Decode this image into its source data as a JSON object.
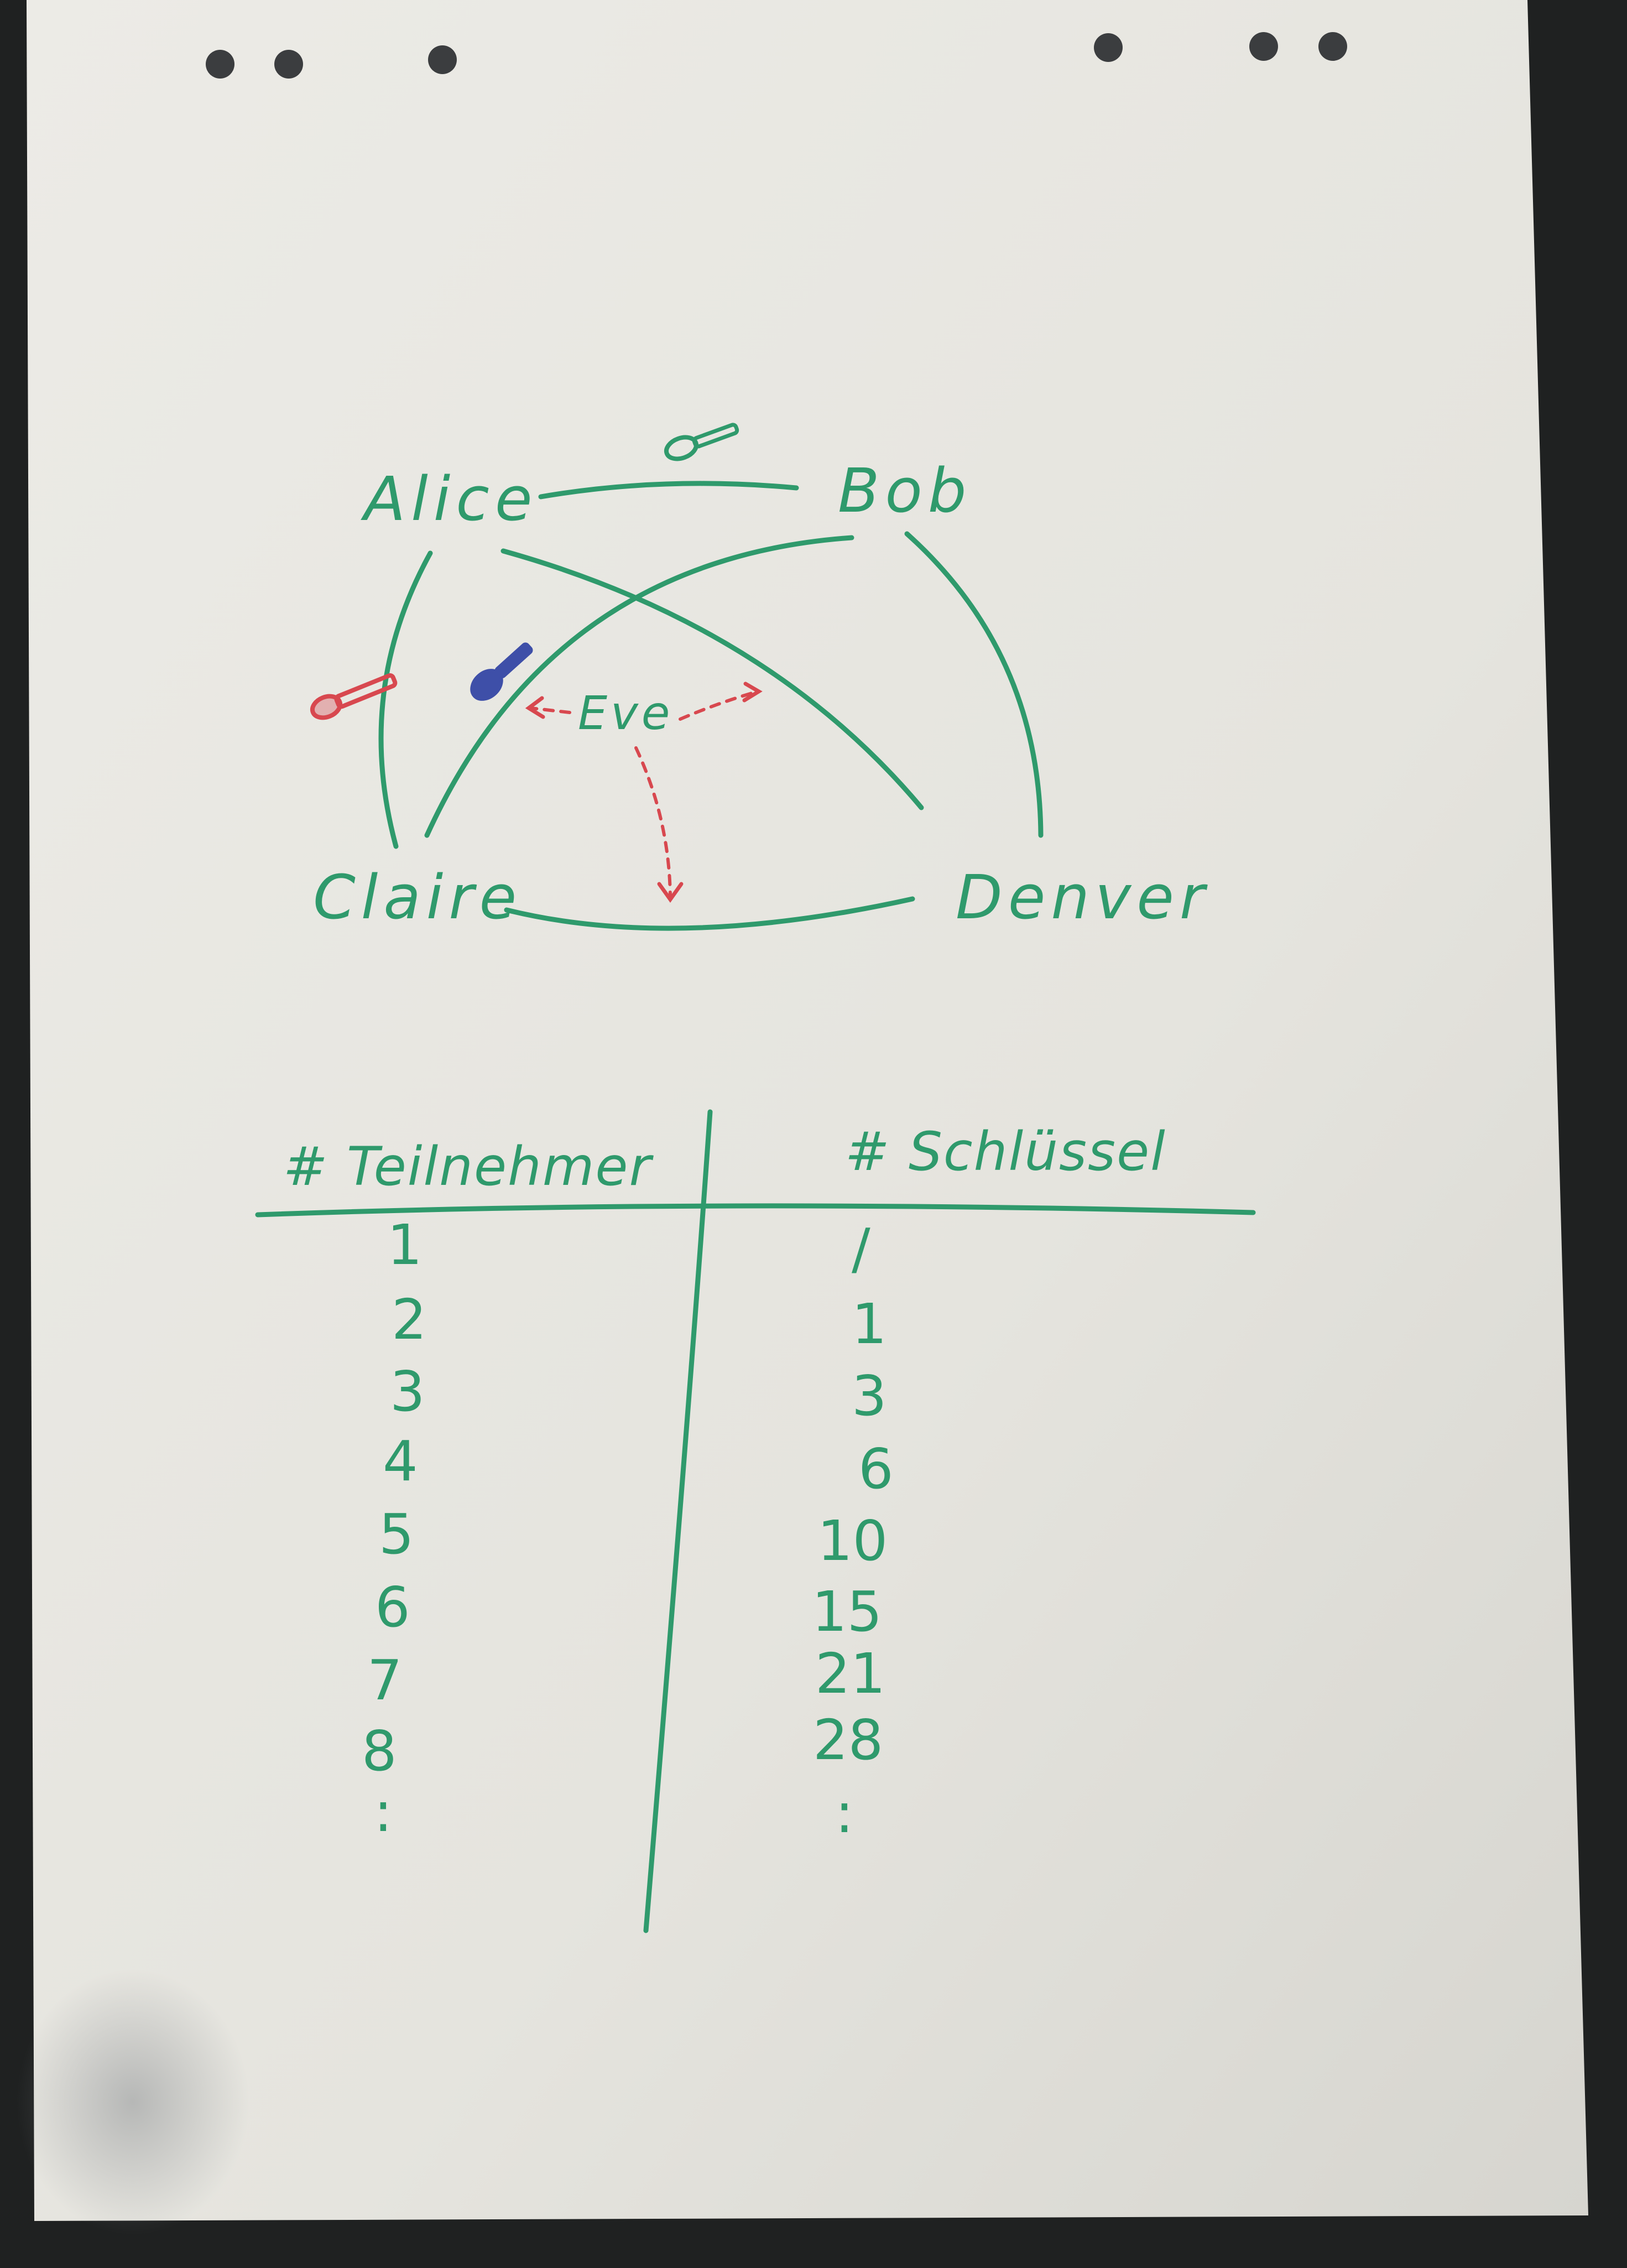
{
  "colors": {
    "paper": "#e7e6e1",
    "marker_green": "#2f9a6c",
    "marker_red": "#d8484f",
    "marker_blue": "#3e4fa8",
    "background": "#1f2121"
  },
  "diagram": {
    "nodes": {
      "alice": "Alice",
      "bob": "Bob",
      "claire": "Claire",
      "denver": "Denver",
      "eve": "Eve"
    },
    "key_icons": [
      "green-key-icon",
      "red-key-icon",
      "blue-key-icon"
    ]
  },
  "table": {
    "headers": {
      "participants": "# Teilnehmer",
      "keys": "# Schlüssel"
    },
    "rows": [
      {
        "participants": "1",
        "keys": "/"
      },
      {
        "participants": "2",
        "keys": "1"
      },
      {
        "participants": "3",
        "keys": "3"
      },
      {
        "participants": "4",
        "keys": "6"
      },
      {
        "participants": "5",
        "keys": "10"
      },
      {
        "participants": "6",
        "keys": "15"
      },
      {
        "participants": "7",
        "keys": "21"
      },
      {
        "participants": "8",
        "keys": "28"
      },
      {
        "participants": ":",
        "keys": ":"
      }
    ]
  }
}
